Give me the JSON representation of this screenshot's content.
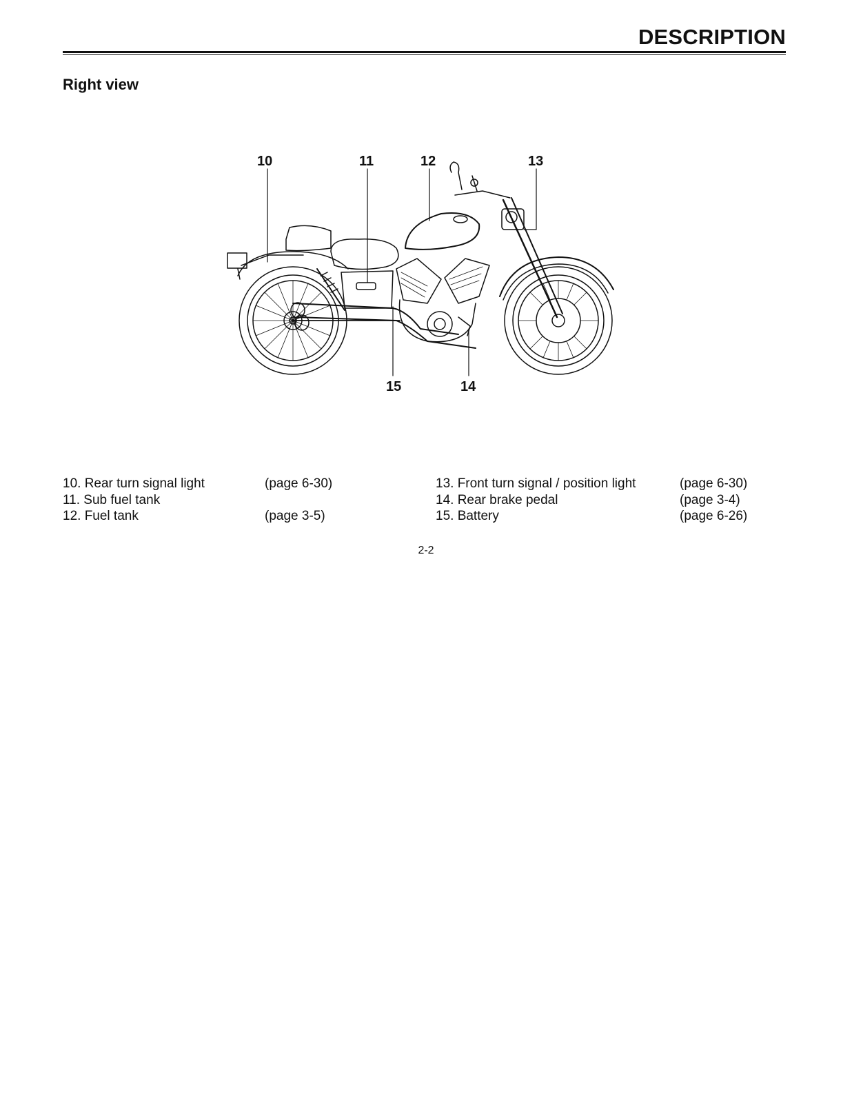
{
  "header": {
    "title": "DESCRIPTION"
  },
  "section": {
    "title": "Right view"
  },
  "callouts": [
    "10",
    "11",
    "12",
    "13",
    "14",
    "15"
  ],
  "legend": {
    "left": [
      {
        "label": "10. Rear turn signal light",
        "ref": "(page 6-30)"
      },
      {
        "label": "11. Sub fuel tank",
        "ref": ""
      },
      {
        "label": "12. Fuel tank",
        "ref": "(page 3-5)"
      }
    ],
    "right": [
      {
        "label": "13. Front turn signal / position light",
        "ref": "(page 6-30)"
      },
      {
        "label": "14. Rear brake pedal",
        "ref": "(page 3-4)"
      },
      {
        "label": "15. Battery",
        "ref": "(page 6-26)"
      }
    ]
  },
  "footer": {
    "page_number": "2-2"
  }
}
